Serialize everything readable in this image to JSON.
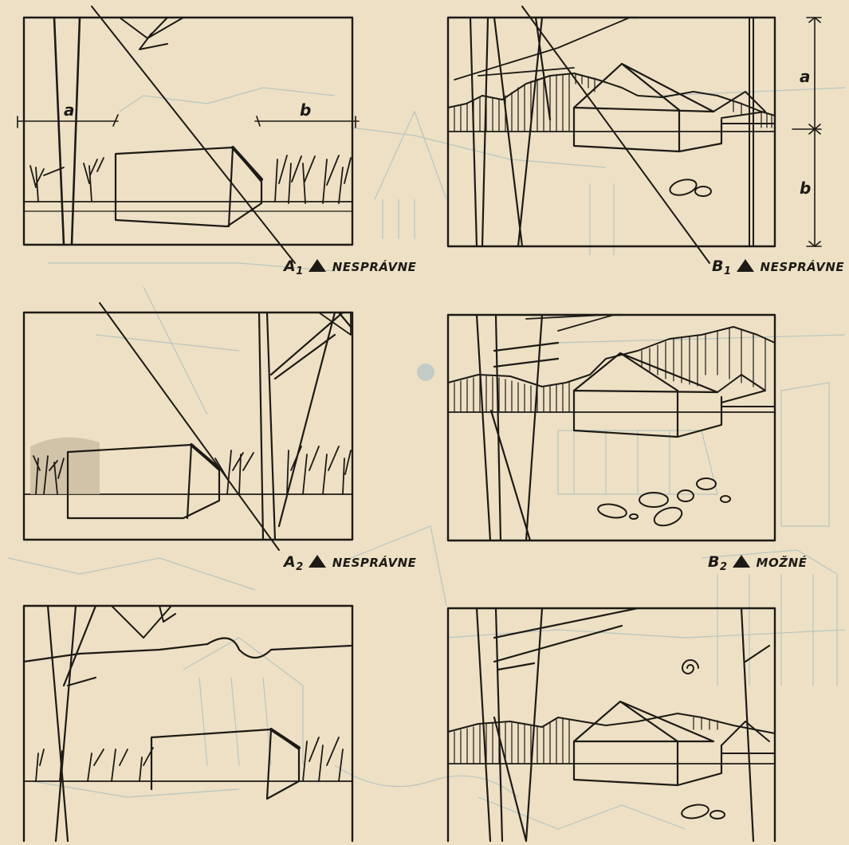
{
  "colors": {
    "paper": "#ede0c4",
    "ink": "#1d1a16",
    "ghost": "#a9bcbf"
  },
  "panels": [
    {
      "letter": "A",
      "sub": "1",
      "verdict": "NESPRÁVNE"
    },
    {
      "letter": "B",
      "sub": "1",
      "verdict": "NESPRÁVNE"
    },
    {
      "letter": "A",
      "sub": "2",
      "verdict": "NESPRÁVNE"
    },
    {
      "letter": "B",
      "sub": "2",
      "verdict": "MOŽNÉ"
    }
  ],
  "dimensions": {
    "a": "a",
    "b": "b"
  },
  "icon": "viewpoint-triangle-icon"
}
